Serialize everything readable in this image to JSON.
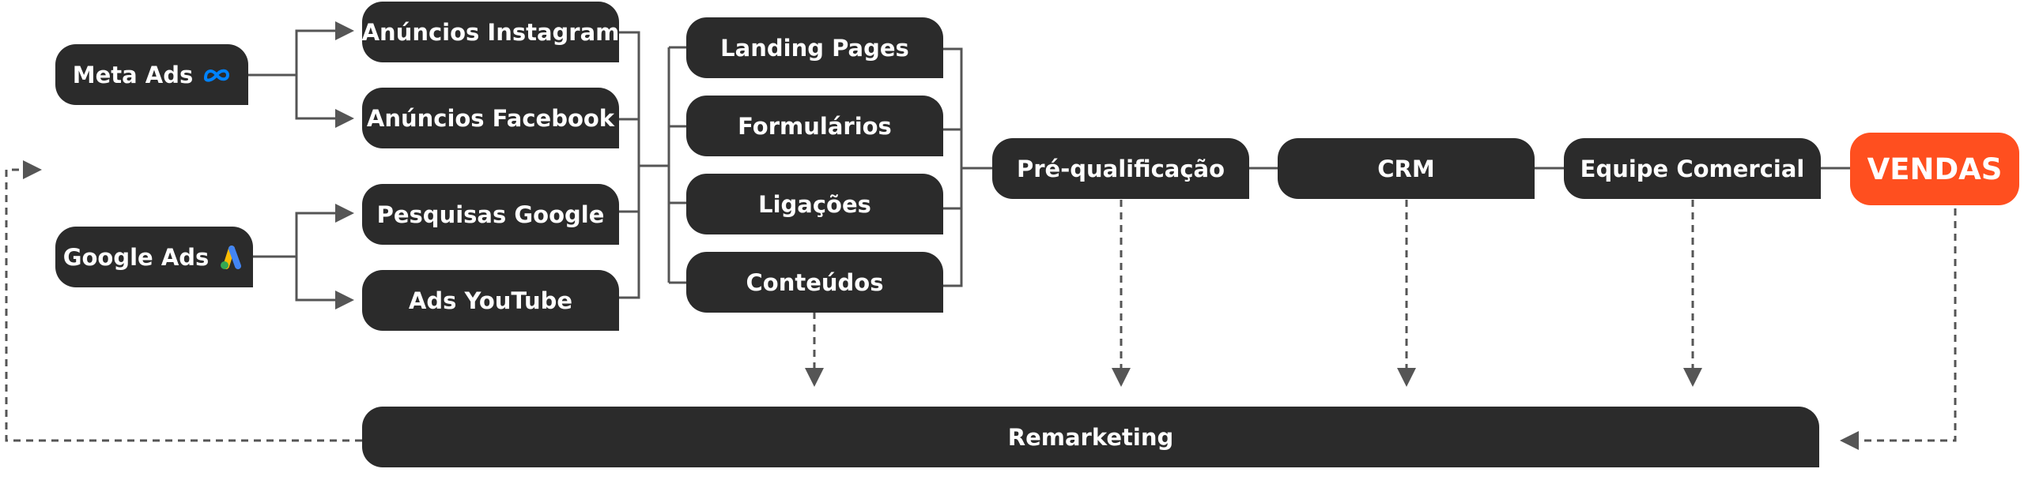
{
  "colors": {
    "node": "#2b2b2b",
    "text": "#ffffff",
    "connector": "#555555",
    "sales": "#ff4f1f",
    "meta_icon": "#0082fb",
    "google_blue": "#4285f4",
    "google_yellow": "#fbbc04",
    "google_green": "#34a853"
  },
  "sources": {
    "meta": {
      "label": "Meta Ads",
      "icon": "meta-logo"
    },
    "google": {
      "label": "Google Ads",
      "icon": "google-ads-logo"
    }
  },
  "channels": [
    {
      "label": "Anúncios Instagram"
    },
    {
      "label": "Anúncios Facebook"
    },
    {
      "label": "Pesquisas Google"
    },
    {
      "label": "Ads YouTube"
    }
  ],
  "touchpoints": [
    {
      "label": "Landing Pages"
    },
    {
      "label": "Formulários"
    },
    {
      "label": "Ligações"
    },
    {
      "label": "Conteúdos"
    }
  ],
  "pipeline": [
    {
      "label": "Pré-qualificação"
    },
    {
      "label": "CRM"
    },
    {
      "label": "Equipe Comercial"
    }
  ],
  "sales": {
    "label": "VENDAS"
  },
  "remarketing": {
    "label": "Remarketing"
  }
}
